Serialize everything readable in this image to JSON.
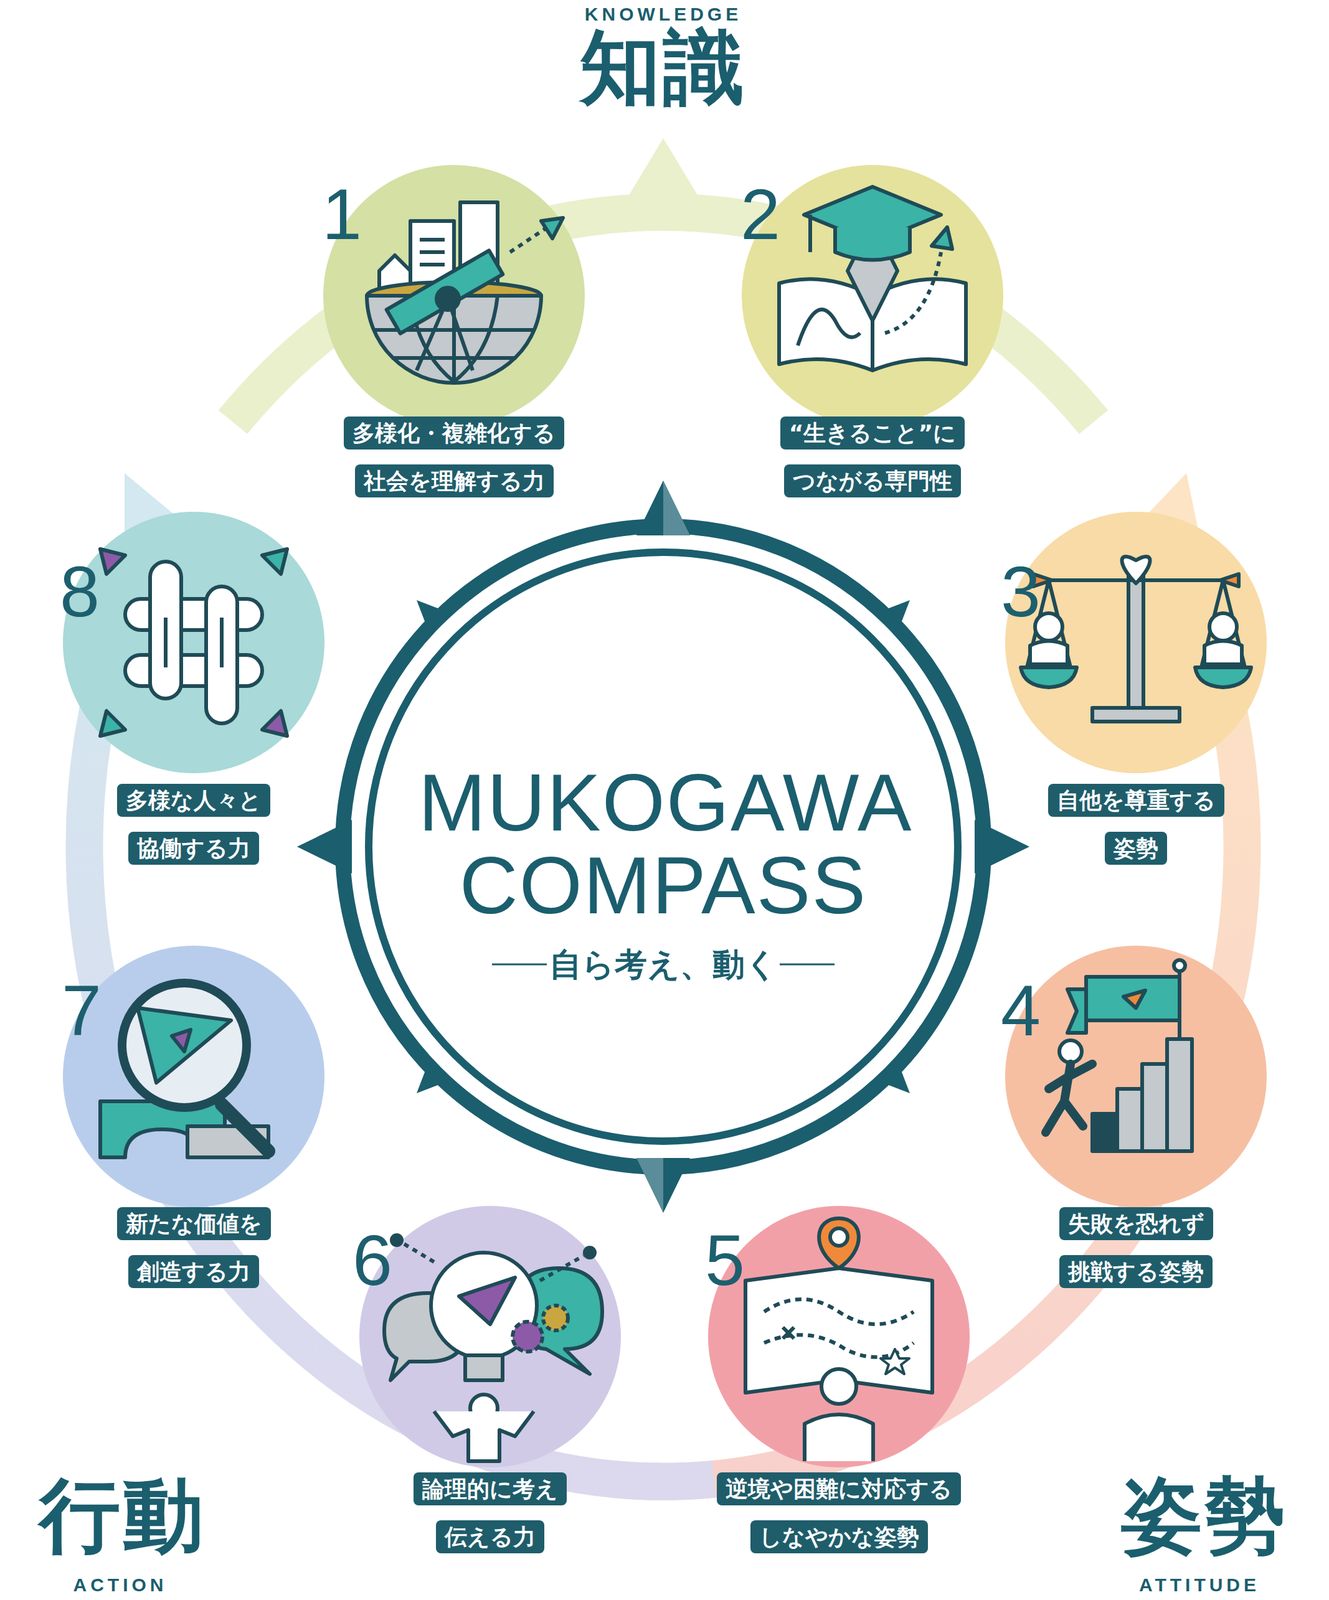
{
  "diagram": {
    "nodes": [
      {
        "text": [
          "1",
          "多様化・複雑化する 社会を理解する力"
        ]
      },
      {
        "text": [
          "2",
          "“生きること”に つながる専門性"
        ]
      },
      {
        "text": [
          "3",
          "自他を尊重する 姿勢"
        ]
      },
      {
        "text": [
          "4",
          "失敗を恐れず 挑戦する姿勢"
        ]
      },
      {
        "text": [
          "5",
          "逆境や困難に対応する しなやかな姿勢"
        ]
      },
      {
        "text": [
          "6",
          "論理的に考え 伝える力"
        ]
      },
      {
        "text": [
          "7",
          "新たな価値を 創造する力"
        ]
      },
      {
        "text": [
          "8",
          "多様な人々と 協働する力"
        ]
      },
      {
        "text": [
          "MUKOGAWA COMPASS",
          "自ら考え、動く"
        ]
      }
    ],
    "labels": [
      "KNOWLEDGE",
      "知識",
      "行動",
      "ACTION",
      "姿勢",
      "ATTITUDE"
    ]
  }
}
